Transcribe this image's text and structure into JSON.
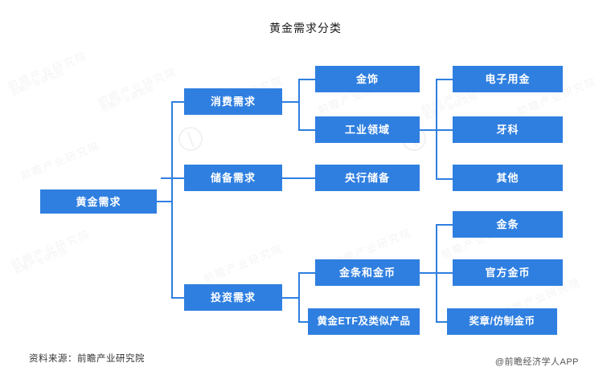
{
  "chart_data": {
    "type": "diagram",
    "title": "黄金需求分类",
    "orientation": "left-to-right tree",
    "root": "黄金需求",
    "nodes": [
      {
        "id": "root",
        "label": "黄金需求",
        "level": 0
      },
      {
        "id": "consumption",
        "label": "消费需求",
        "level": 1,
        "parent": "root"
      },
      {
        "id": "reserve",
        "label": "储备需求",
        "level": 1,
        "parent": "root"
      },
      {
        "id": "investment",
        "label": "投资需求",
        "level": 1,
        "parent": "root"
      },
      {
        "id": "jewelry",
        "label": "金饰",
        "level": 2,
        "parent": "consumption"
      },
      {
        "id": "industrial",
        "label": "工业领域",
        "level": 2,
        "parent": "consumption"
      },
      {
        "id": "central-bank",
        "label": "央行储备",
        "level": 2,
        "parent": "reserve"
      },
      {
        "id": "bars-coins",
        "label": "金条和金币",
        "level": 2,
        "parent": "investment"
      },
      {
        "id": "gold-etf",
        "label": "黄金ETF及类似产品",
        "level": 2,
        "parent": "investment"
      },
      {
        "id": "electronics",
        "label": "电子用金",
        "level": 3,
        "parent": "industrial"
      },
      {
        "id": "dental",
        "label": "牙科",
        "level": 3,
        "parent": "industrial"
      },
      {
        "id": "other",
        "label": "其他",
        "level": 3,
        "parent": "industrial"
      },
      {
        "id": "gold-bar",
        "label": "金条",
        "level": 3,
        "parent": "bars-coins"
      },
      {
        "id": "official-coin",
        "label": "官方金币",
        "level": 3,
        "parent": "bars-coins"
      },
      {
        "id": "medal-replica",
        "label": "奖章/仿制金币",
        "level": 3,
        "parent": "bars-coins"
      }
    ],
    "colors": {
      "node_fill": "#2f7fe0",
      "node_text": "#ffffff",
      "connector": "#2f7fe0",
      "background": "#ffffff",
      "title_text": "#1a1a1a"
    }
  },
  "title": "黄金需求分类",
  "nodes": {
    "root": "黄金需求",
    "consumption": "消费需求",
    "reserve": "储备需求",
    "investment": "投资需求",
    "jewelry": "金饰",
    "industrial": "工业领域",
    "central_bank": "央行储备",
    "bars_coins": "金条和金币",
    "gold_etf": "黄金ETF及类似产品",
    "electronics": "电子用金",
    "dental": "牙科",
    "other": "其他",
    "gold_bar": "金条",
    "official_coin": "官方金币",
    "medal_replica": "奖章/仿制金币"
  },
  "footer": {
    "source": "资料来源：前瞻产业研究院",
    "attribution": "@前瞻经济学人APP"
  },
  "watermark": {
    "text": "前瞻产业研究院",
    "brand": "前瞻产业研究院"
  }
}
